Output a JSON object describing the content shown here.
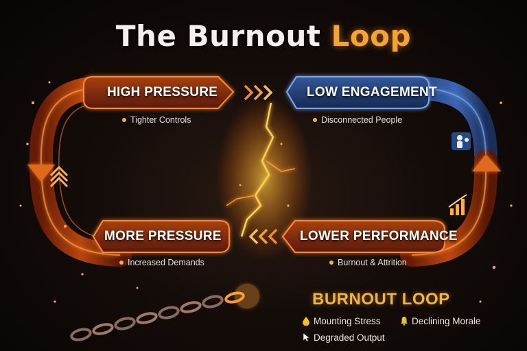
{
  "title": {
    "part1": "The Burnout",
    "part2": "Loop"
  },
  "stages": [
    {
      "id": "high-pressure",
      "label": "HIGH PRESSURE",
      "note": "Tighter Controls",
      "color": "#e07020"
    },
    {
      "id": "low-engagement",
      "label": "LOW ENGAGEMENT",
      "note": "Disconnected People",
      "color": "#3f74c0"
    },
    {
      "id": "lower-performance",
      "label": "LOWER PERFORMANCE",
      "note": "Burnout & Attrition",
      "color": "#e07020"
    },
    {
      "id": "more-pressure",
      "label": "MORE PRESSURE",
      "note": "Increased Demands",
      "color": "#e07020"
    }
  ],
  "legend": {
    "title": "BURNOUT LOOP",
    "items": [
      {
        "label": "Mounting Stress",
        "icon": "drop-icon"
      },
      {
        "label": "Declining Morale",
        "icon": "bell-icon"
      },
      {
        "label": "Degraded Output",
        "icon": "cursor-icon"
      }
    ]
  },
  "colors": {
    "accent": "#f4a531",
    "fire": "#e86a1a",
    "blue": "#3f74c0",
    "background": "#0b0706"
  }
}
